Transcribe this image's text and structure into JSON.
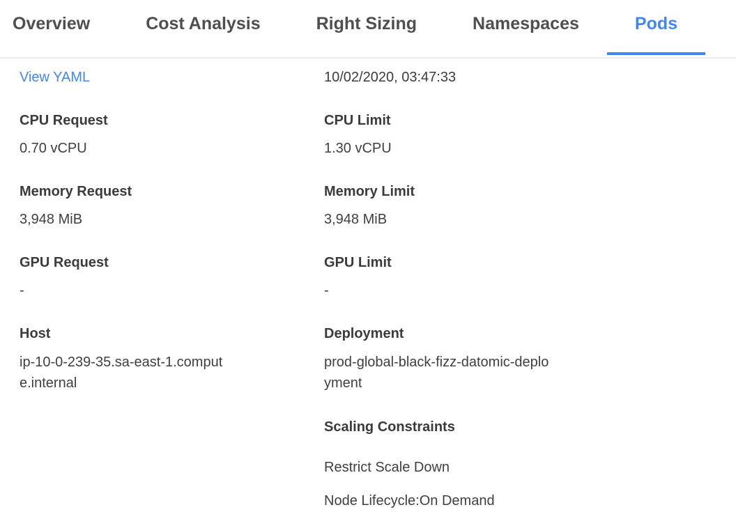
{
  "tabs": [
    {
      "label": "Overview",
      "active": false
    },
    {
      "label": "Cost Analysis",
      "active": false
    },
    {
      "label": "Right Sizing",
      "active": false
    },
    {
      "label": "Namespaces",
      "active": false
    },
    {
      "label": "Pods",
      "active": true
    }
  ],
  "pod_details": {
    "view_yaml_link": "View YAML",
    "last_updated": "10/02/2020, 03:47:33",
    "cpu_request": {
      "label": "CPU Request",
      "value": "0.70 vCPU"
    },
    "cpu_limit": {
      "label": "CPU Limit",
      "value": "1.30 vCPU"
    },
    "memory_request": {
      "label": "Memory Request",
      "value": "3,948 MiB"
    },
    "memory_limit": {
      "label": "Memory Limit",
      "value": "3,948 MiB"
    },
    "gpu_request": {
      "label": "GPU Request",
      "value": "-"
    },
    "gpu_limit": {
      "label": "GPU Limit",
      "value": "-"
    },
    "host": {
      "label": "Host",
      "value": "ip-10-0-239-35.sa-east-1.compute.internal"
    },
    "deployment": {
      "label": "Deployment",
      "value": "prod-global-black-fizz-datomic-deployment"
    },
    "scaling_constraints": {
      "label": "Scaling Constraints",
      "items": [
        "Restrict Scale Down",
        "Node Lifecycle:On Demand"
      ]
    }
  },
  "colors": {
    "accent": "#4285f4",
    "link": "#4285f4",
    "tab_text": "#4f4f4f",
    "body_text": "#3c3c3c",
    "divider": "#ededed"
  }
}
